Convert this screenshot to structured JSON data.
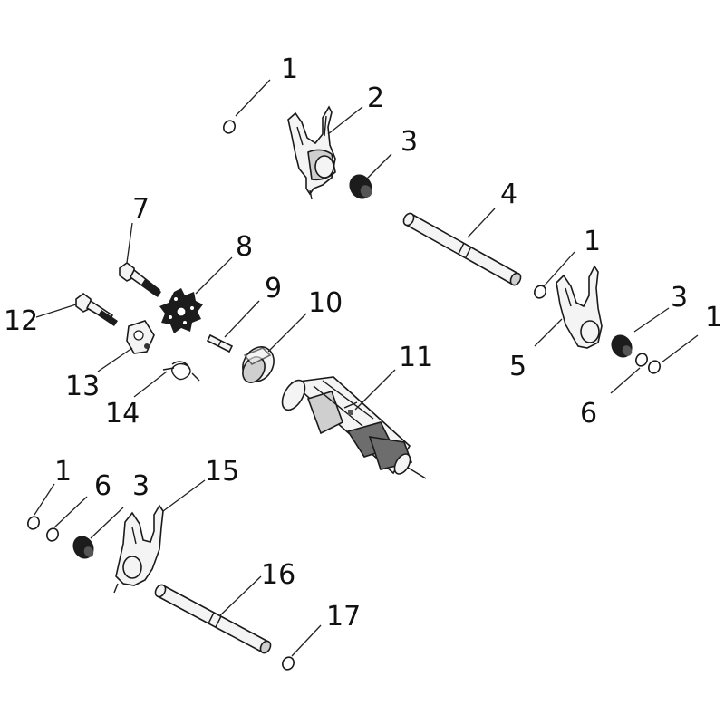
{
  "diagram": {
    "callouts": [
      {
        "id": "c1a",
        "text": "1"
      },
      {
        "id": "c2",
        "text": "2"
      },
      {
        "id": "c3a",
        "text": "3"
      },
      {
        "id": "c4",
        "text": "4"
      },
      {
        "id": "c1b",
        "text": "1"
      },
      {
        "id": "c3b",
        "text": "3"
      },
      {
        "id": "c1c",
        "text": "1"
      },
      {
        "id": "c5",
        "text": "5"
      },
      {
        "id": "c6a",
        "text": "6"
      },
      {
        "id": "c7",
        "text": "7"
      },
      {
        "id": "c8",
        "text": "8"
      },
      {
        "id": "c9",
        "text": "9"
      },
      {
        "id": "c10",
        "text": "10"
      },
      {
        "id": "c11",
        "text": "11"
      },
      {
        "id": "c12",
        "text": "12"
      },
      {
        "id": "c13",
        "text": "13"
      },
      {
        "id": "c14",
        "text": "14"
      },
      {
        "id": "c1d",
        "text": "1"
      },
      {
        "id": "c6b",
        "text": "6"
      },
      {
        "id": "c3c",
        "text": "3"
      },
      {
        "id": "c15",
        "text": "15"
      },
      {
        "id": "c16",
        "text": "16"
      },
      {
        "id": "c17",
        "text": "17"
      }
    ]
  }
}
